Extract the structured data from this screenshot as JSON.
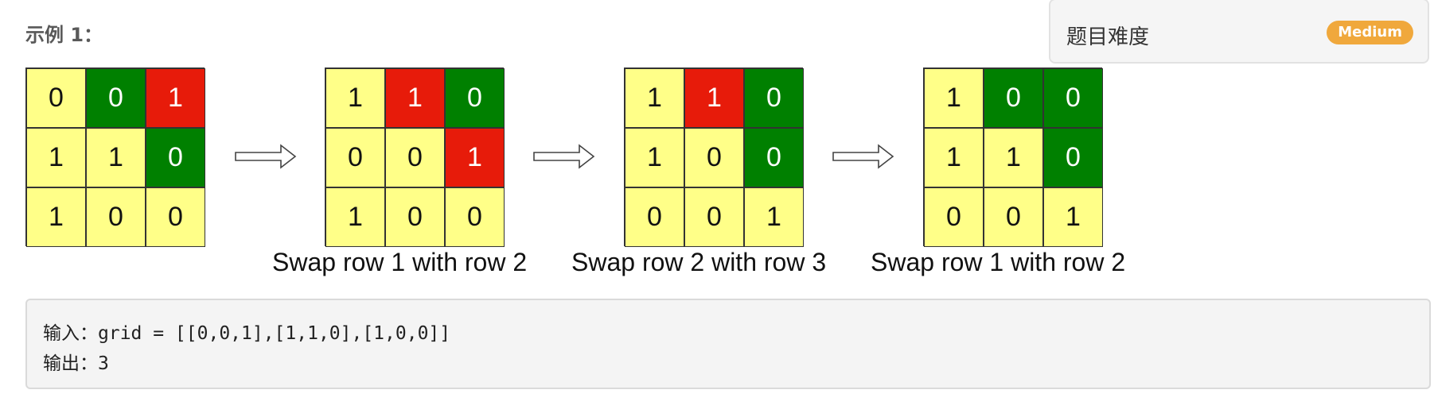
{
  "example": {
    "title": "示例 1："
  },
  "difficulty": {
    "label": "题目难度",
    "badge": "Medium"
  },
  "grids": [
    {
      "cells": [
        [
          0,
          0,
          1
        ],
        [
          1,
          1,
          0
        ],
        [
          1,
          0,
          0
        ]
      ],
      "colors": [
        [
          "y",
          "g",
          "r"
        ],
        [
          "y",
          "y",
          "g"
        ],
        [
          "y",
          "y",
          "y"
        ]
      ]
    },
    {
      "cells": [
        [
          1,
          1,
          0
        ],
        [
          0,
          0,
          1
        ],
        [
          1,
          0,
          0
        ]
      ],
      "colors": [
        [
          "y",
          "r",
          "g"
        ],
        [
          "y",
          "y",
          "r"
        ],
        [
          "y",
          "y",
          "y"
        ]
      ]
    },
    {
      "cells": [
        [
          1,
          1,
          0
        ],
        [
          1,
          0,
          0
        ],
        [
          0,
          0,
          1
        ]
      ],
      "colors": [
        [
          "y",
          "r",
          "g"
        ],
        [
          "y",
          "y",
          "g"
        ],
        [
          "y",
          "y",
          "y"
        ]
      ]
    },
    {
      "cells": [
        [
          1,
          0,
          0
        ],
        [
          1,
          1,
          0
        ],
        [
          0,
          0,
          1
        ]
      ],
      "colors": [
        [
          "y",
          "g",
          "g"
        ],
        [
          "y",
          "y",
          "g"
        ],
        [
          "y",
          "y",
          "y"
        ]
      ]
    }
  ],
  "captions": [
    "Swap row 1 with row 2",
    "Swap row 2 with row 3",
    "Swap row 1 with row 2"
  ],
  "code": {
    "input": "输入：grid = [[0,0,1],[1,1,0],[1,0,0]]",
    "output": "输出：3"
  },
  "colors": {
    "yellow": "#ffff88",
    "green": "#008000",
    "red": "#e71b0a",
    "badge": "#f0a83c"
  }
}
